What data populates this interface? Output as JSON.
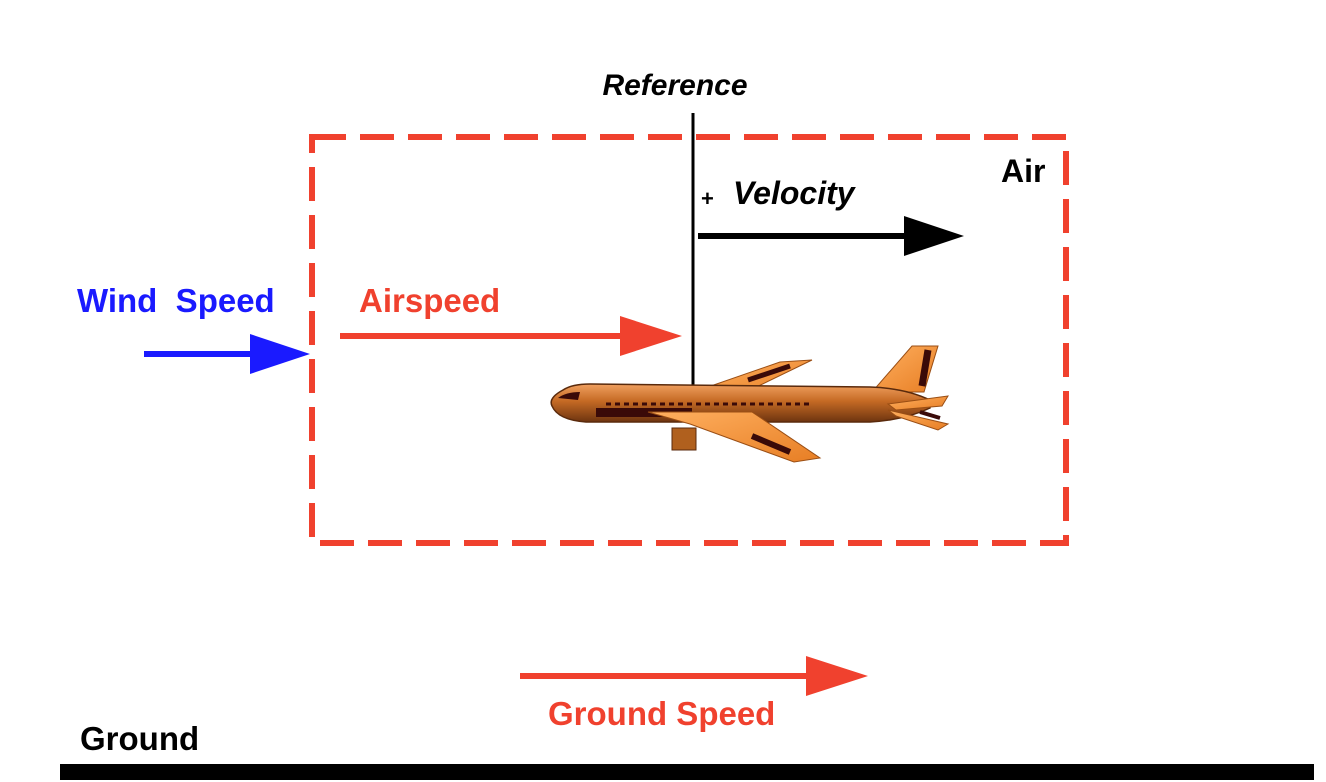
{
  "labels": {
    "reference": "Reference",
    "plus_sign": "+",
    "velocity": "Velocity",
    "air": "Air",
    "wind_speed": "Wind  Speed",
    "airspeed": "Airspeed",
    "ground_speed": "Ground Speed",
    "ground": "Ground"
  },
  "colors": {
    "wind": "#1a1aff",
    "airspeed": "#f0412e",
    "ground_speed": "#f0412e",
    "air_box": "#f0412e",
    "velocity": "#000000",
    "reference": "#000000",
    "ground": "#000000",
    "plane_body": "#c06a22",
    "plane_wing": "#f5993a",
    "plane_dark": "#3a0a08"
  },
  "icons": {
    "aircraft": "airliner-side-view-icon"
  }
}
